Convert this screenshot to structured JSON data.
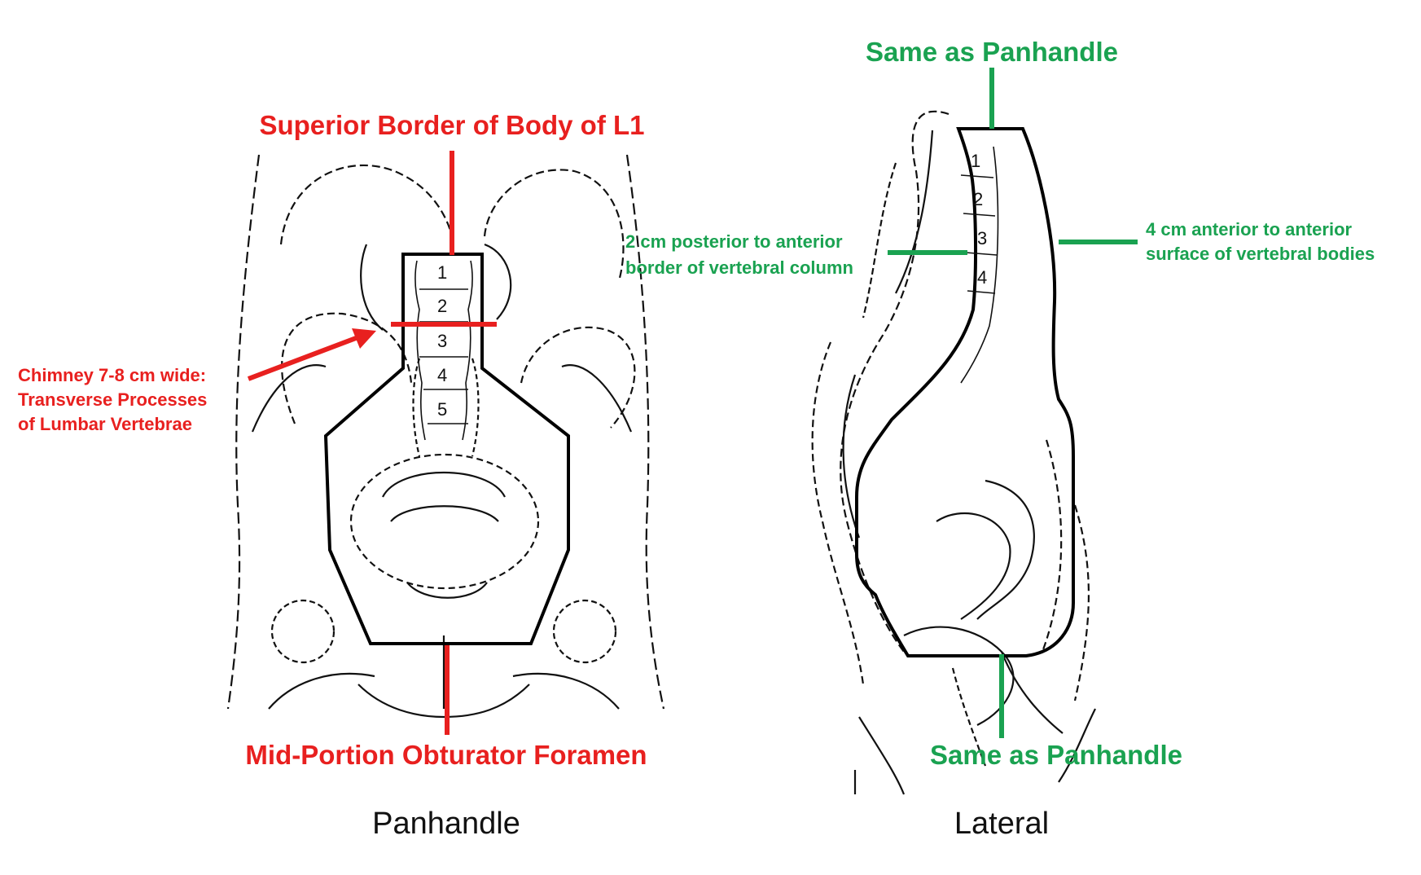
{
  "colors": {
    "red": "#e8201f",
    "green": "#1aa251",
    "drawing": "#000000"
  },
  "panhandle": {
    "caption": "Panhandle",
    "superior_label": "Superior Border of Body of L1",
    "inferior_label": "Mid-Portion Obturator Foramen",
    "chimney_label": {
      "line1": "Chimney 7-8 cm wide:",
      "line2": "Transverse Processes",
      "line3": "of Lumbar Vertebrae"
    },
    "vertebra_numbers": [
      "1",
      "2",
      "3",
      "4",
      "5"
    ]
  },
  "lateral": {
    "caption": "Lateral",
    "superior_label": "Same as Panhandle",
    "inferior_label": "Same as Panhandle",
    "posterior_label": {
      "line1": "2 cm posterior to anterior",
      "line2": "border of vertebral column"
    },
    "anterior_label": {
      "line1": "4 cm anterior to anterior",
      "line2": "surface of vertebral bodies"
    },
    "vertebra_numbers": [
      "1",
      "2",
      "3",
      "4"
    ]
  }
}
